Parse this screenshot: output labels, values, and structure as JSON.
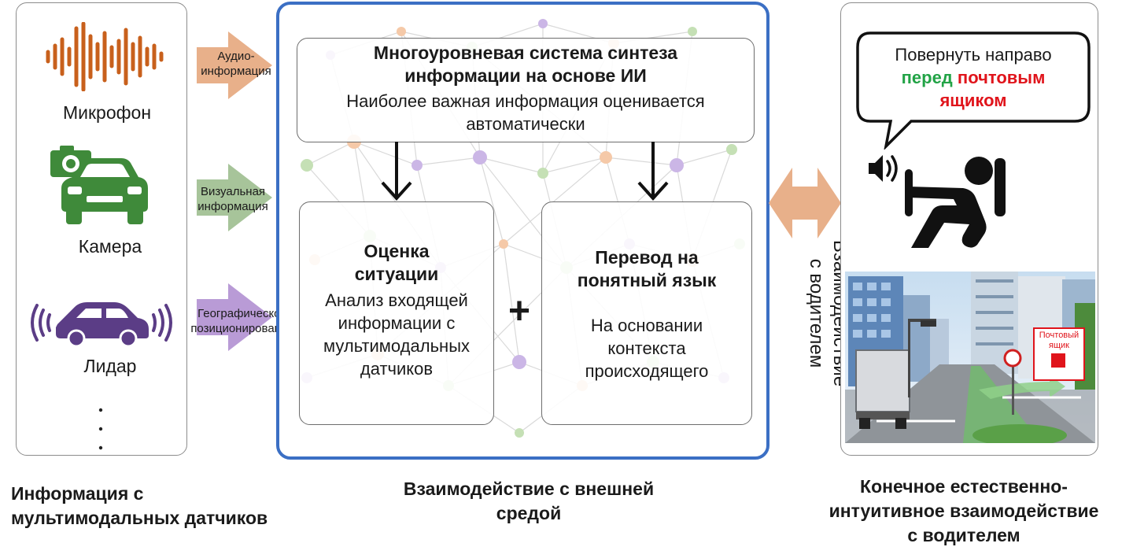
{
  "sensors": {
    "microphone": {
      "label": "Микрофон",
      "icon": "sound-wave-icon",
      "color": "#c8601c"
    },
    "camera": {
      "label": "Камера",
      "icon": "camera-car-icon",
      "color": "#3f8a3a"
    },
    "lidar": {
      "label": "Лидар",
      "icon": "lidar-car-icon",
      "color": "#5b3d86"
    },
    "more": "·\n·\n·"
  },
  "arrows": {
    "audio": {
      "line1": "Аудио-",
      "line2": "информация",
      "color": "#e8b08a"
    },
    "visual": {
      "line1": "Визуальная",
      "line2": "информация",
      "color": "#a7c49a"
    },
    "geo": {
      "line1": "Географическое",
      "line2": "позиционирование",
      "color": "#b99bd6"
    }
  },
  "center": {
    "frame_color": "#3b6fc4",
    "top_box": {
      "title1": "Многоуровневая система синтеза",
      "title2": "информации на основе ИИ",
      "desc1": "Наиболее важная информация оценивается",
      "desc2": "автоматически"
    },
    "left_box": {
      "title1": "Оценка",
      "title2": "ситуации",
      "desc1": "Анализ входящей",
      "desc2": "информации с",
      "desc3": "мультимодальных",
      "desc4": "датчиков"
    },
    "plus": "+",
    "right_box": {
      "title1": "Перевод на",
      "title2": "понятный язык",
      "desc1": "На основании",
      "desc2": "контекста",
      "desc3": "происходящего"
    }
  },
  "interaction": {
    "line1": "Взаимодействие",
    "line2": "с водителем",
    "arrow_color": "#e8b08a"
  },
  "driver": {
    "bubble_line1": "Повернуть направо",
    "bubble_green": "перед",
    "bubble_red1": "почтовым",
    "bubble_red2": "ящиком",
    "sign1": "Почтовый",
    "sign2": "ящик"
  },
  "captions": {
    "left1": "Информация с",
    "left2": "мультимодальных датчиков",
    "center1": "Взаимодействие с внешней",
    "center2": "средой",
    "right1": "Конечное естественно-",
    "right2": "интуитивное взаимодействие",
    "right3": "с водителем"
  }
}
